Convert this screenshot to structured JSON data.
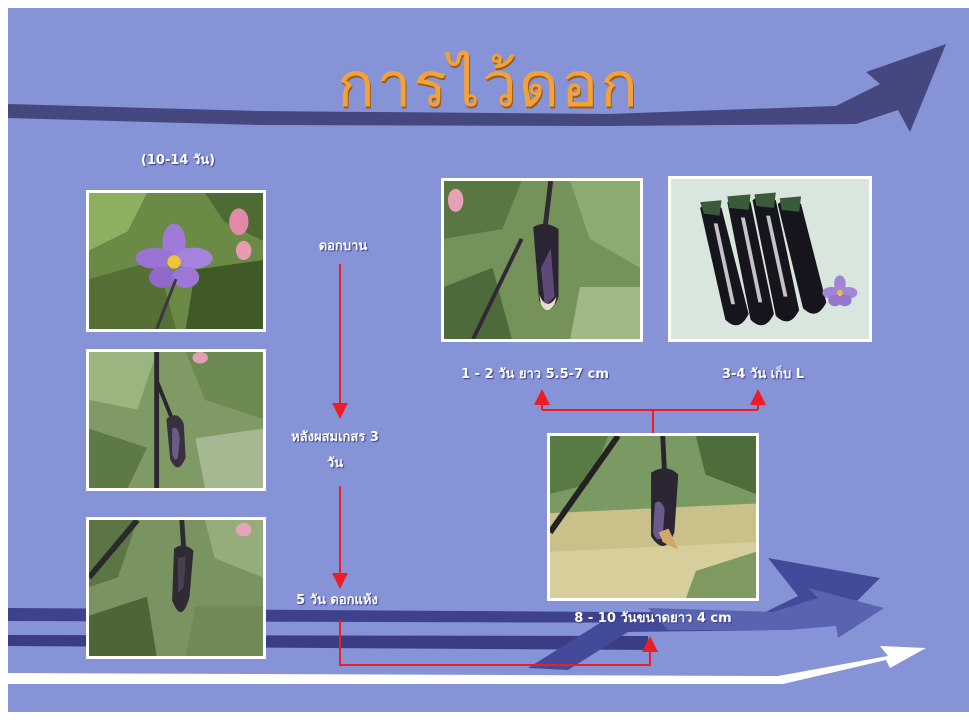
{
  "slide": {
    "title": "การไว้ดอก",
    "duration_label": "(10-14 วัน)"
  },
  "stages": {
    "bloom": "ดอกบาน",
    "after_pollination_1": "หลังผสมเกสร 3",
    "after_pollination_2": "วัน",
    "dry_flower": "5 วัน ดอกแห้ง",
    "size_4cm": "8 - 10 วันขนาดยาว  4 cm",
    "size_5_7cm": "1 - 2 วัน  ยาว 5.5-7 cm",
    "harvest_L": "3-4 วัน เก็บ L"
  },
  "photos": [
    {
      "name": "eggplant-flower-photo",
      "subject": "purple eggplant flower"
    },
    {
      "name": "pollinated-flower-photo",
      "subject": "flower 3 days after pollination"
    },
    {
      "name": "dried-flower-photo",
      "subject": "dried flower"
    },
    {
      "name": "young-eggplant-photo",
      "subject": "eggplant 5.5-7 cm"
    },
    {
      "name": "harvested-eggplants-photo",
      "subject": "harvested eggplants size L"
    },
    {
      "name": "small-eggplant-photo",
      "subject": "eggplant 4 cm"
    }
  ],
  "colors": {
    "background": "#8693d6",
    "title": "#f3a23a",
    "arrow": "#ee1c24",
    "swoosh": "#3d3f7e"
  }
}
